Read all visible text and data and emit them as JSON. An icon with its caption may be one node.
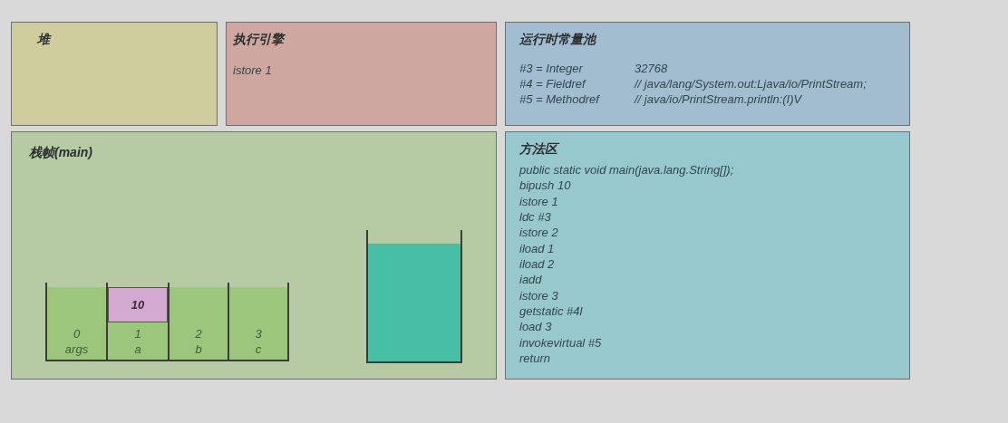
{
  "diagram": {
    "nodes": [
      {
        "text": [
          "堆"
        ]
      },
      {
        "text": [
          "执行引擎",
          "istore 1"
        ]
      },
      {
        "text": [
          "运行时常量池",
          "#3 = Integer",
          "32768",
          "#4 = Fieldref",
          "// java/lang/System.out:Ljava/io/PrintStream;",
          "#5 = Methodref",
          "// java/io/PrintStream.println:(I)V"
        ]
      },
      {
        "text": [
          "栈帧(main)"
        ]
      },
      {
        "text": [
          "0",
          "args"
        ],
        "in": 3
      },
      {
        "text": [
          "1",
          "a"
        ],
        "in": 3
      },
      {
        "text": [
          "10"
        ],
        "in": 5
      },
      {
        "text": [
          "2",
          "b"
        ],
        "in": 3
      },
      {
        "text": [
          "3",
          "c"
        ],
        "in": 3
      },
      {
        "text": [],
        "shape": "box",
        "in": 3
      },
      {
        "text": [
          "方法区",
          "public static void main(java.lang.String[]);",
          "bipush 10",
          "istore 1",
          "ldc #3",
          "istore 2",
          "iload 1",
          "iload 2",
          "iadd",
          "istore 3",
          "getstatic #4l",
          "load 3",
          "invokevirtual #5",
          "return"
        ]
      }
    ]
  }
}
